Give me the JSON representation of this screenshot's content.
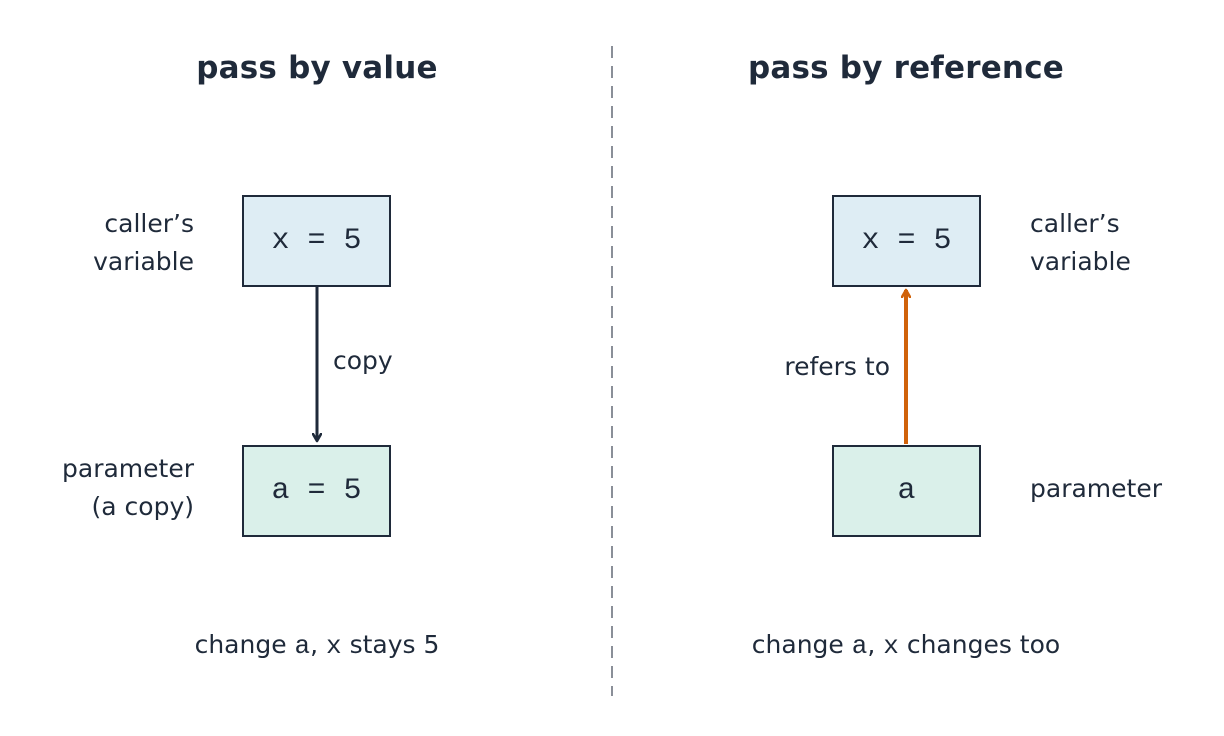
{
  "left_panel": {
    "title": "pass by value",
    "caller_box": "x = 5",
    "param_box": "a = 5",
    "caller_label_line1": "caller’s",
    "caller_label_line2": "variable",
    "param_label_line1": "parameter",
    "param_label_line2": "(a copy)",
    "arrow_label": "copy",
    "caption_pre": "change ",
    "caption_code1": "a",
    "caption_mid": ", ",
    "caption_code2": "x",
    "caption_post": " stays 5"
  },
  "right_panel": {
    "title": "pass by reference",
    "caller_box": "x = 5",
    "param_box": "a",
    "caller_label_line1": "caller’s",
    "caller_label_line2": "variable",
    "param_label": "parameter",
    "arrow_label": "refers to",
    "caption_pre": "change ",
    "caption_code1": "a",
    "caption_mid": ", ",
    "caption_code2": "x",
    "caption_post": " changes too"
  },
  "colors": {
    "ink": "#1f2a3a",
    "caller_fill": "#deedf4",
    "param_fill": "#daf0ea",
    "reference_arrow": "#d0620a",
    "divider": "#8a8f98"
  }
}
